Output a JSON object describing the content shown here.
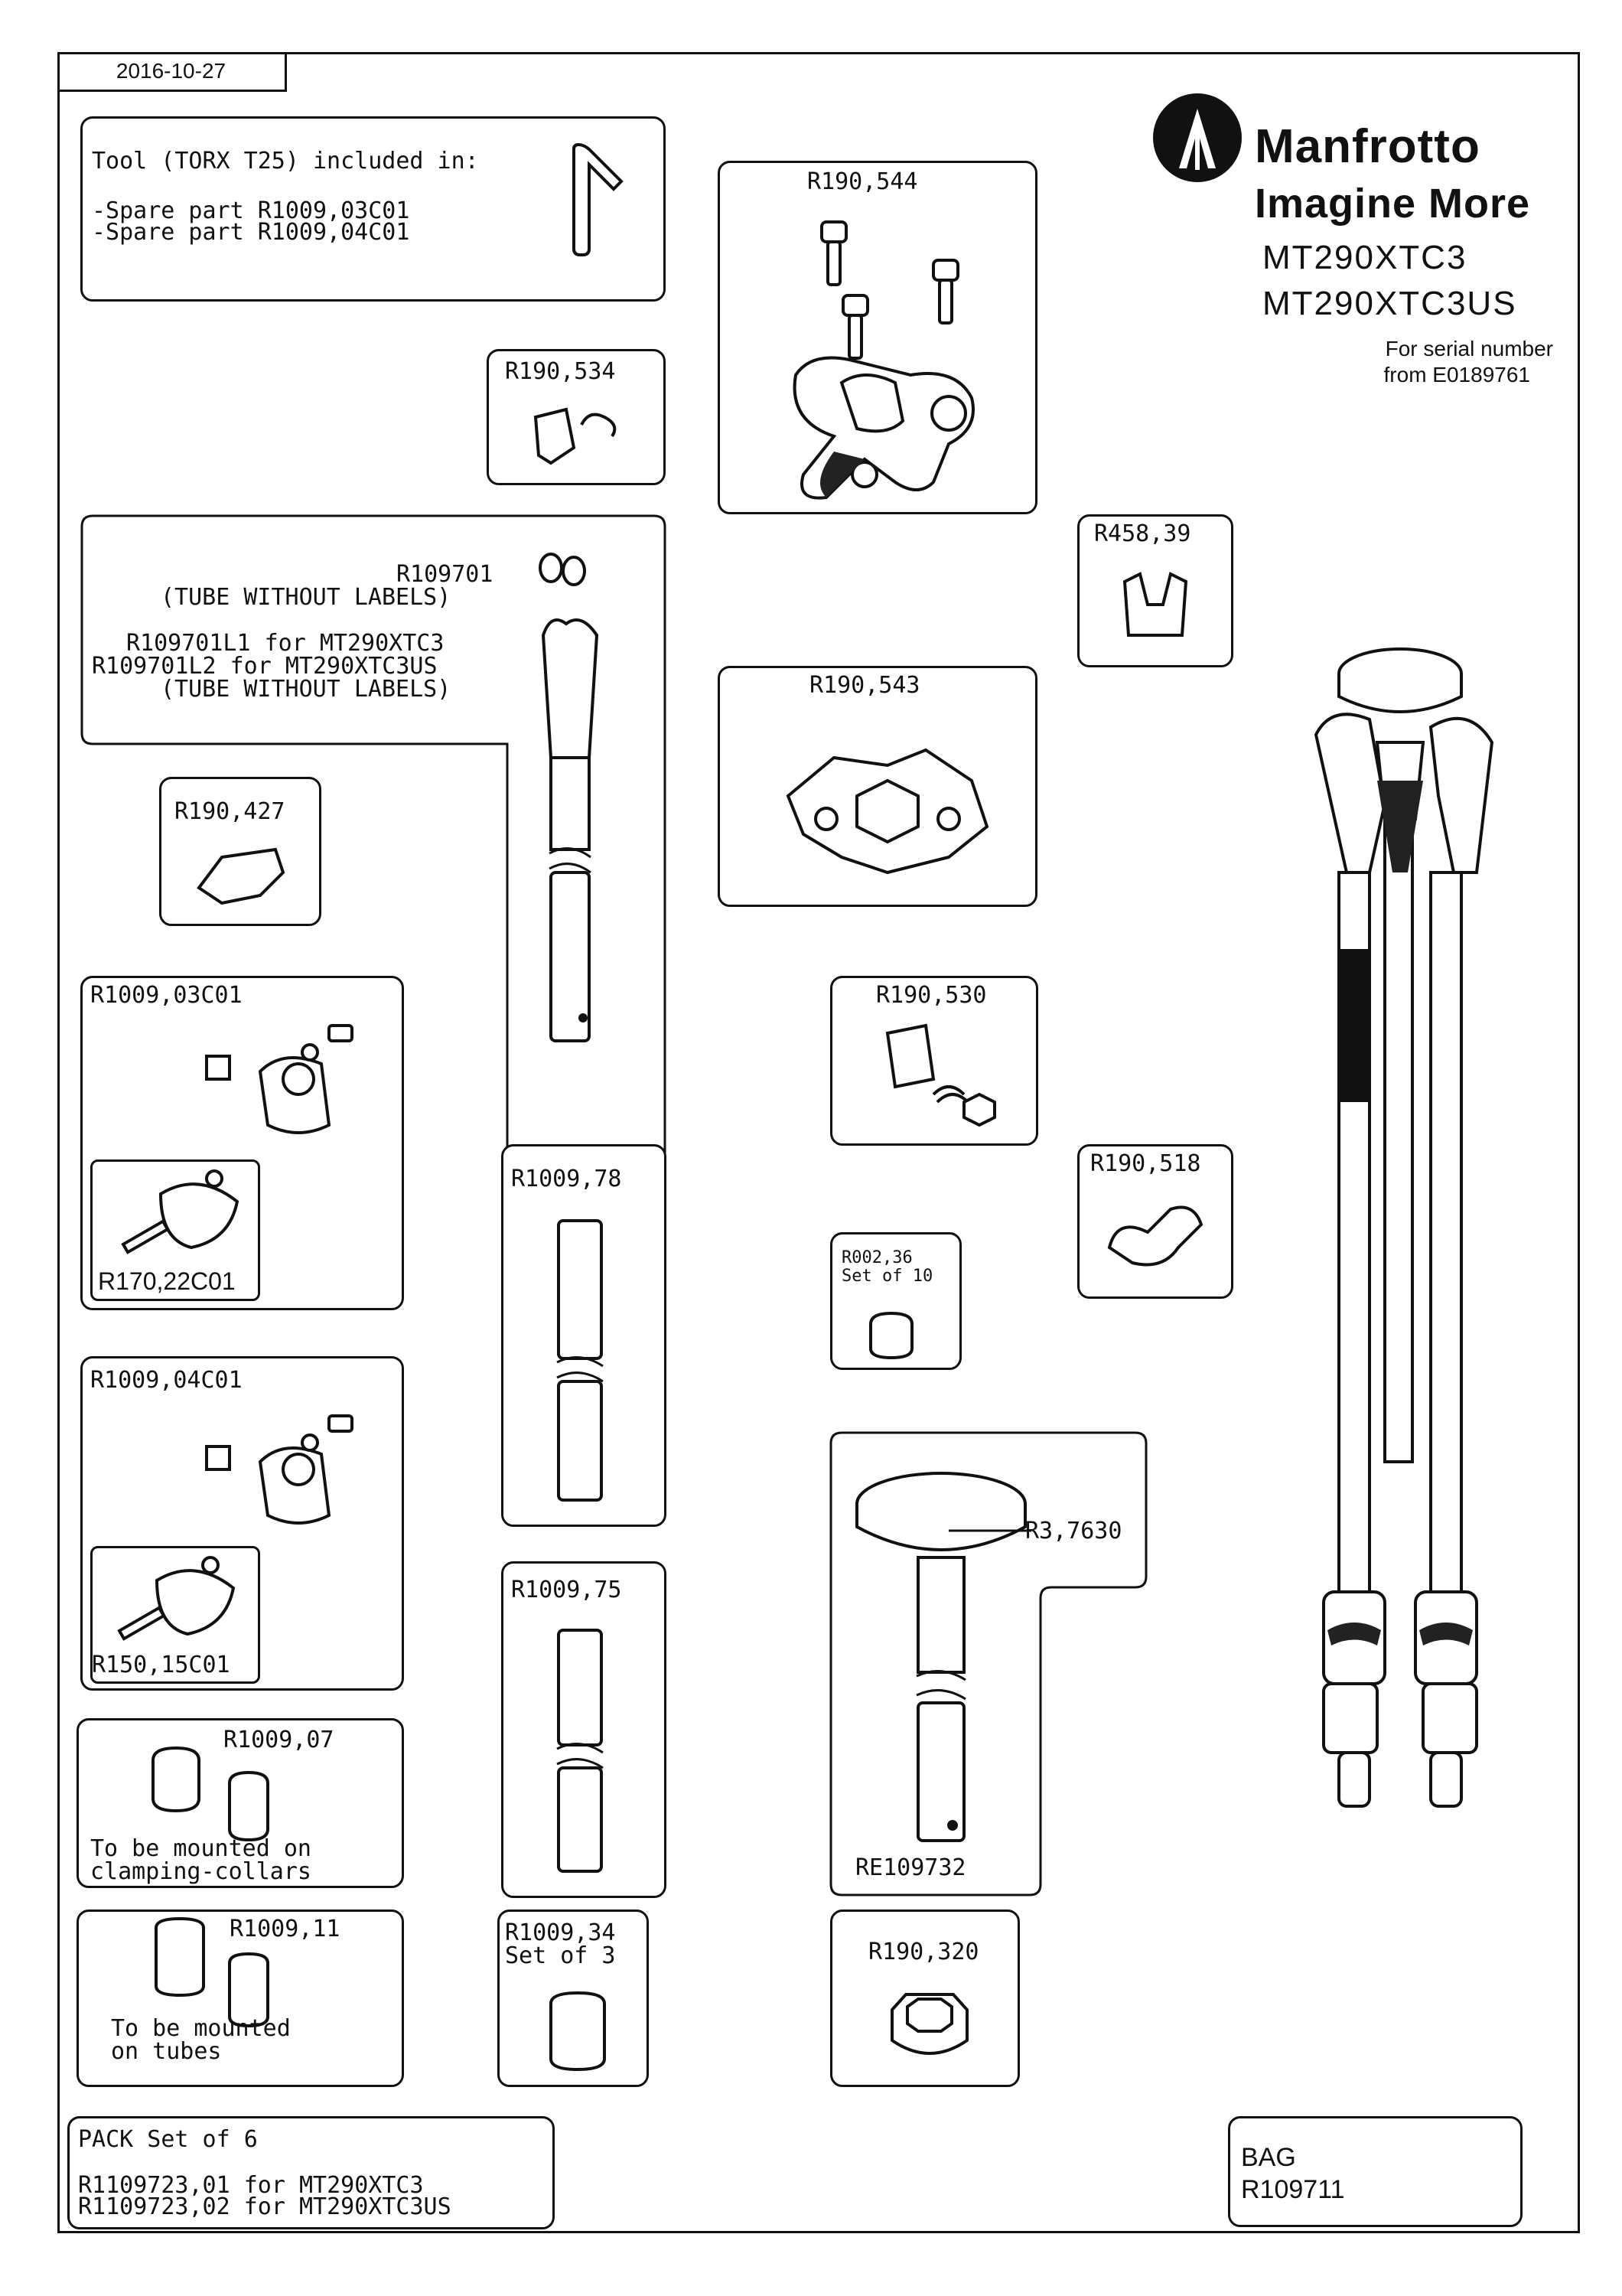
{
  "header": {
    "date": "2016-10-27",
    "brand_name": "Manfrotto",
    "brand_tagline": "Imagine More",
    "models": [
      "MT290XTC3",
      "MT290XTC3US"
    ],
    "serial_line1": "For serial number",
    "serial_line2": "from E0189761"
  },
  "tool_note": {
    "line1": "Tool (TORX T25) included in:",
    "line2": "-Spare part R1009,03C01",
    "line3": "-Spare part R1009,04C01"
  },
  "parts": {
    "r190_544": "R190,544",
    "r190_534": "R190,534",
    "r109701": "R109701",
    "r109701_note1": "(TUBE WITHOUT LABELS)",
    "r109701_l1": "R109701L1 for MT290XTC3",
    "r109701_l2": "R109701L2 for MT290XTC3US",
    "r109701_note2": "(TUBE WITHOUT LABELS)",
    "r458_39": "R458,39",
    "r190_543": "R190,543",
    "r190_427": "R190,427",
    "r1009_03c01": "R1009,03C01",
    "r170_22c01": "R170,22C01",
    "r190_530": "R190,530",
    "r1009_78": "R1009,78",
    "r190_518": "R190,518",
    "r002_36": "R002,36",
    "r002_36_set": "Set of 10",
    "r1009_04c01": "R1009,04C01",
    "r150_15c01": "R150,15C01",
    "r3_7630": "R3,7630",
    "r1009_75": "R1009,75",
    "re109732": "RE109732",
    "r1009_07": "R1009,07",
    "r1009_07_note1": "To be mounted on",
    "r1009_07_note2": "clamping-collars",
    "r1009_11": "R1009,11",
    "r1009_11_note1": "To be mounted",
    "r1009_11_note2": "on tubes",
    "r1009_34": "R1009,34",
    "r1009_34_set": "Set of 3",
    "r190_320": "R190,320"
  },
  "pack": {
    "title": "PACK Set of 6",
    "line1": "R1109723,01 for MT290XTC3",
    "line2": "R1109723,02 for MT290XTC3US"
  },
  "bag": {
    "title": "BAG",
    "code": "R109711"
  },
  "icons": [
    "manfrotto-logo-icon",
    "torx-key-icon",
    "screw-icon",
    "tripod-illustration-icon",
    "tube-icon",
    "clamp-icon"
  ]
}
